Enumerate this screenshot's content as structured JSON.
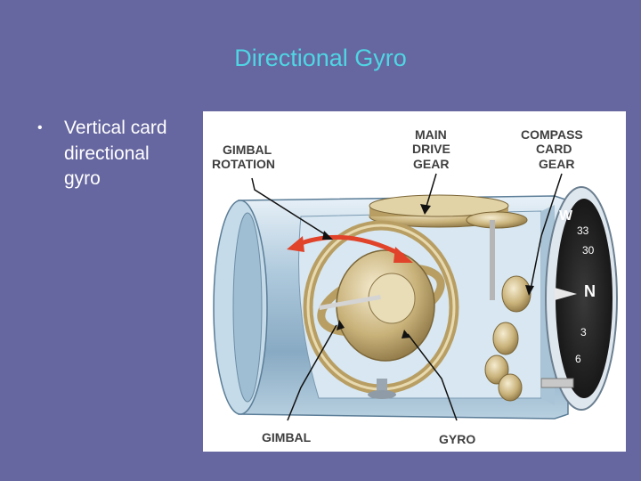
{
  "slide": {
    "title": "Directional Gyro",
    "bullets": [
      "Vertical card directional gyro"
    ]
  },
  "figure": {
    "labels": {
      "gimbal_rotation": [
        "GIMBAL",
        "ROTATION"
      ],
      "main_drive_gear": [
        "MAIN",
        "DRIVE",
        "GEAR"
      ],
      "compass_card_gear": [
        "COMPASS",
        "CARD",
        "GEAR"
      ],
      "gimbal": "GIMBAL",
      "gyro": "GYRO"
    },
    "compass_card": [
      "W",
      "33",
      "30",
      "N",
      "3",
      "6"
    ]
  },
  "colors": {
    "background": "#6666a0",
    "title": "#4fd6e4",
    "rotation_arrow": "#e0432a",
    "brass": "#c9b27a"
  }
}
